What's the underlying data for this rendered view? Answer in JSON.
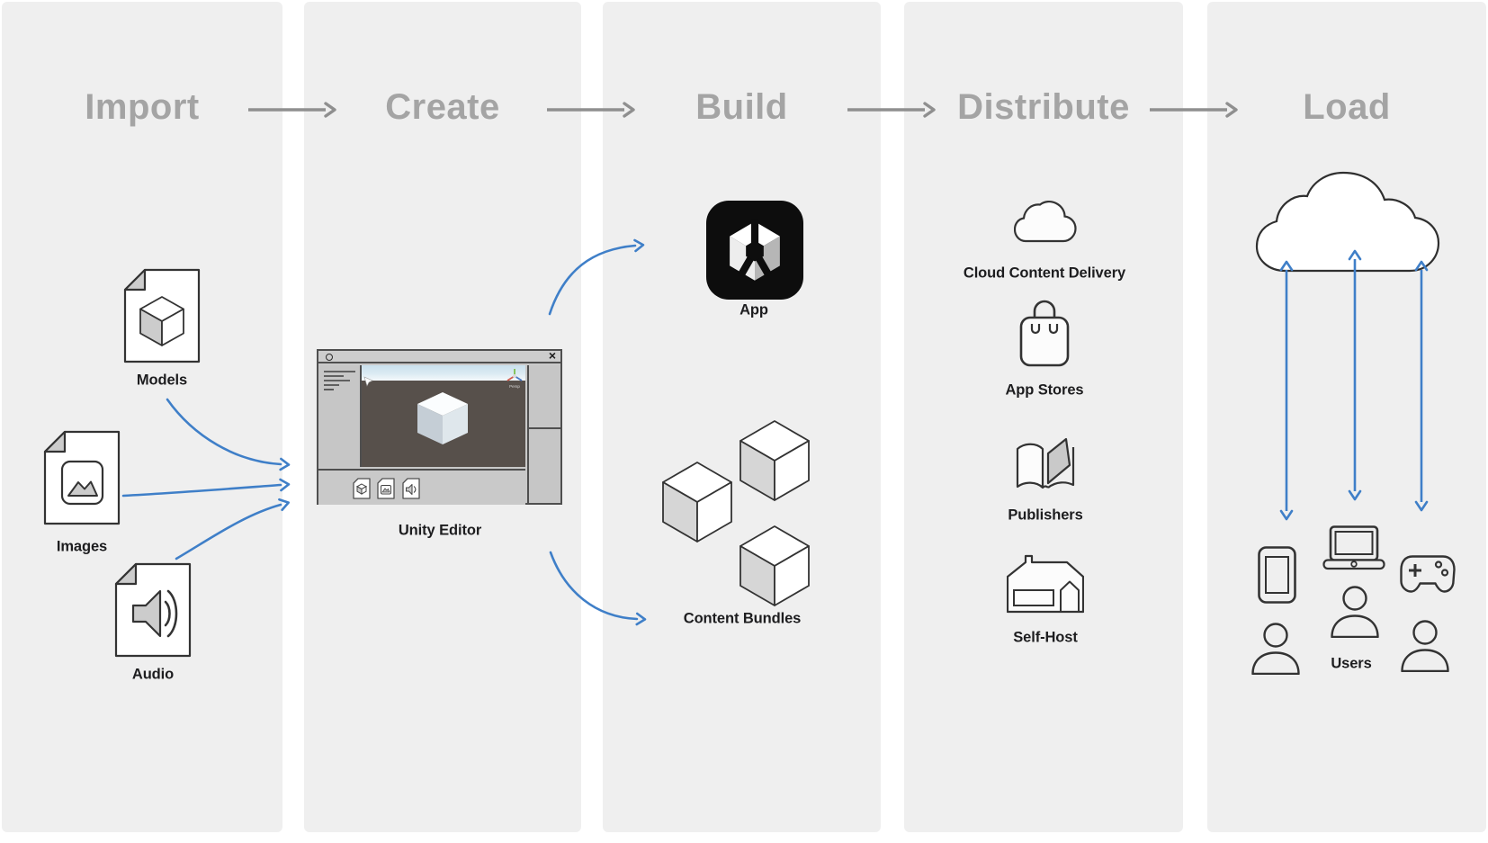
{
  "columns": [
    {
      "title": "Import",
      "items": [
        {
          "icon": "model-file-icon",
          "label": "Models"
        },
        {
          "icon": "image-file-icon",
          "label": "Images"
        },
        {
          "icon": "audio-file-icon",
          "label": "Audio"
        }
      ]
    },
    {
      "title": "Create",
      "items": [
        {
          "icon": "unity-editor-window",
          "label": "Unity Editor"
        }
      ]
    },
    {
      "title": "Build",
      "items": [
        {
          "icon": "unity-app-icon",
          "label": "App"
        },
        {
          "icon": "content-bundle-cubes-icon",
          "label": "Content Bundles"
        }
      ]
    },
    {
      "title": "Distribute",
      "items": [
        {
          "icon": "cloud-icon",
          "label": "Cloud Content Delivery"
        },
        {
          "icon": "shopping-bag-icon",
          "label": "App Stores"
        },
        {
          "icon": "open-book-icon",
          "label": "Publishers"
        },
        {
          "icon": "warehouse-icon",
          "label": "Self-Host"
        }
      ]
    },
    {
      "title": "Load",
      "items": [
        {
          "icon": "users-devices-cloud",
          "label": "Users"
        }
      ]
    }
  ],
  "editor_window": {
    "close_glyph": "×",
    "view_label": "Persp"
  },
  "colors": {
    "page_bg": "#ffffff",
    "column_bg": "#efefef",
    "heading_text": "#a4a4a4",
    "flow_arrow_gray": "#8f8f8f",
    "data_arrow_blue": "#3f7fc8",
    "label_text": "#1d1d1f",
    "icon_outline": "#333333",
    "icon_shade": "#cccccc",
    "app_badge_bg": "#0d0d0d",
    "scene_ground": "#57504b"
  }
}
